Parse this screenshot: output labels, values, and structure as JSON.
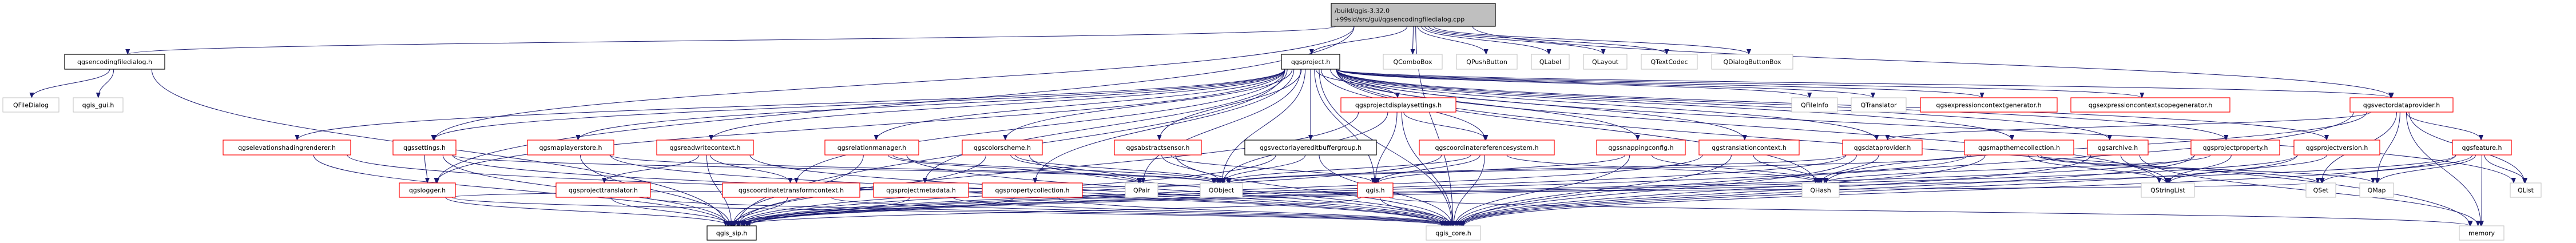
{
  "graph": {
    "colors": {
      "edge": "#191970",
      "main_fill": "#bfbfbf",
      "documented_border": "#000000",
      "truncated_border": "#ff0000",
      "external_border": "#bfbfbf"
    },
    "nodes": [
      {
        "id": "main",
        "lines": [
          "/build/qgis-3.32.0",
          "+99sid/src/gui/qgsencodingfiledialog.cpp"
        ],
        "style": "main"
      },
      {
        "id": "qgsencodingfiledialog.h",
        "lines": [
          "qgsencodingfiledialog.h"
        ],
        "style": "black"
      },
      {
        "id": "QFileDialog",
        "lines": [
          "QFileDialog"
        ],
        "style": "gray"
      },
      {
        "id": "qgis_gui.h",
        "lines": [
          "qgis_gui.h"
        ],
        "style": "gray"
      },
      {
        "id": "qgsproject.h",
        "lines": [
          "qgsproject.h"
        ],
        "style": "black"
      },
      {
        "id": "QComboBox",
        "lines": [
          "QComboBox"
        ],
        "style": "gray"
      },
      {
        "id": "QPushButton",
        "lines": [
          "QPushButton"
        ],
        "style": "gray"
      },
      {
        "id": "QLabel",
        "lines": [
          "QLabel"
        ],
        "style": "gray"
      },
      {
        "id": "QLayout",
        "lines": [
          "QLayout"
        ],
        "style": "gray"
      },
      {
        "id": "QTextCodec",
        "lines": [
          "QTextCodec"
        ],
        "style": "gray"
      },
      {
        "id": "QDialogButtonBox",
        "lines": [
          "QDialogButtonBox"
        ],
        "style": "gray"
      },
      {
        "id": "qgsprojectdisplaysettings.h",
        "lines": [
          "qgsprojectdisplaysettings.h"
        ],
        "style": "red"
      },
      {
        "id": "QFileInfo",
        "lines": [
          "QFileInfo"
        ],
        "style": "gray"
      },
      {
        "id": "QTranslator",
        "lines": [
          "QTranslator"
        ],
        "style": "gray"
      },
      {
        "id": "qgsexpressioncontextgenerator.h",
        "lines": [
          "qgsexpressioncontextgenerator.h"
        ],
        "style": "red"
      },
      {
        "id": "qgsexpressioncontextscopegenerator.h",
        "lines": [
          "qgsexpressioncontextscopegenerator.h"
        ],
        "style": "red"
      },
      {
        "id": "qgsvectordataprovider.h",
        "lines": [
          "qgsvectordataprovider.h"
        ],
        "style": "red"
      },
      {
        "id": "qgselevationshadingrenderer.h",
        "lines": [
          "qgselevationshadingrenderer.h"
        ],
        "style": "red"
      },
      {
        "id": "qgssettings.h",
        "lines": [
          "qgssettings.h"
        ],
        "style": "red"
      },
      {
        "id": "qgsmaplayerstore.h",
        "lines": [
          "qgsmaplayerstore.h"
        ],
        "style": "red"
      },
      {
        "id": "qgsreadwritecontext.h",
        "lines": [
          "qgsreadwritecontext.h"
        ],
        "style": "red"
      },
      {
        "id": "qgsrelationmanager.h",
        "lines": [
          "qgsrelationmanager.h"
        ],
        "style": "red"
      },
      {
        "id": "qgscolorscheme.h",
        "lines": [
          "qgscolorscheme.h"
        ],
        "style": "red"
      },
      {
        "id": "qgsabstractsensor.h",
        "lines": [
          "qgsabstractsensor.h"
        ],
        "style": "red"
      },
      {
        "id": "qgsvectorlayereditbuffergroup.h",
        "lines": [
          "qgsvectorlayereditbuffergroup.h"
        ],
        "style": "black"
      },
      {
        "id": "qgscoordinatereferencesystem.h",
        "lines": [
          "qgscoordinatereferencesystem.h"
        ],
        "style": "red"
      },
      {
        "id": "qgssnappingconfig.h",
        "lines": [
          "qgssnappingconfig.h"
        ],
        "style": "red"
      },
      {
        "id": "qgstranslationcontext.h",
        "lines": [
          "qgstranslationcontext.h"
        ],
        "style": "red"
      },
      {
        "id": "qgsdataprovider.h",
        "lines": [
          "qgsdataprovider.h"
        ],
        "style": "red"
      },
      {
        "id": "qgsmapthemecollection.h",
        "lines": [
          "qgsmapthemecollection.h"
        ],
        "style": "red"
      },
      {
        "id": "qgsarchive.h",
        "lines": [
          "qgsarchive.h"
        ],
        "style": "red"
      },
      {
        "id": "qgsprojectproperty.h",
        "lines": [
          "qgsprojectproperty.h"
        ],
        "style": "red"
      },
      {
        "id": "qgsprojectversion.h",
        "lines": [
          "qgsprojectversion.h"
        ],
        "style": "red"
      },
      {
        "id": "qgsfeature.h",
        "lines": [
          "qgsfeature.h"
        ],
        "style": "red"
      },
      {
        "id": "qgslogger.h",
        "lines": [
          "qgslogger.h"
        ],
        "style": "red"
      },
      {
        "id": "qgsprojecttranslator.h",
        "lines": [
          "qgsprojecttranslator.h"
        ],
        "style": "red"
      },
      {
        "id": "qgscoordinatetransformcontext.h",
        "lines": [
          "qgscoordinatetransformcontext.h"
        ],
        "style": "red"
      },
      {
        "id": "qgsprojectmetadata.h",
        "lines": [
          "qgsprojectmetadata.h"
        ],
        "style": "red"
      },
      {
        "id": "qgspropertycollection.h",
        "lines": [
          "qgspropertycollection.h"
        ],
        "style": "red"
      },
      {
        "id": "QPair",
        "lines": [
          "QPair"
        ],
        "style": "gray"
      },
      {
        "id": "QObject",
        "lines": [
          "QObject"
        ],
        "style": "gray"
      },
      {
        "id": "qgis.h",
        "lines": [
          "qgis.h"
        ],
        "style": "red"
      },
      {
        "id": "QHash",
        "lines": [
          "QHash"
        ],
        "style": "gray"
      },
      {
        "id": "QStringList",
        "lines": [
          "QStringList"
        ],
        "style": "gray"
      },
      {
        "id": "QSet",
        "lines": [
          "QSet"
        ],
        "style": "gray"
      },
      {
        "id": "QMap",
        "lines": [
          "QMap"
        ],
        "style": "gray"
      },
      {
        "id": "QList",
        "lines": [
          "QList"
        ],
        "style": "gray"
      },
      {
        "id": "qgis_sip.h",
        "lines": [
          "qgis_sip.h"
        ],
        "style": "black"
      },
      {
        "id": "qgis_core.h",
        "lines": [
          "qgis_core.h"
        ],
        "style": "gray"
      },
      {
        "id": "memory",
        "lines": [
          "memory"
        ],
        "style": "gray"
      }
    ],
    "edges": [
      [
        "main",
        "qgsencodingfiledialog.h"
      ],
      [
        "main",
        "qgsproject.h"
      ],
      [
        "main",
        "QComboBox"
      ],
      [
        "main",
        "QPushButton"
      ],
      [
        "main",
        "QLabel"
      ],
      [
        "main",
        "QLayout"
      ],
      [
        "main",
        "QTextCodec"
      ],
      [
        "main",
        "QDialogButtonBox"
      ],
      [
        "main",
        "qgssettings.h"
      ],
      [
        "main",
        "qgslogger.h"
      ],
      [
        "main",
        "qgsvectordataprovider.h"
      ],
      [
        "main",
        "qgis_core.h"
      ],
      [
        "qgsencodingfiledialog.h",
        "QFileDialog"
      ],
      [
        "qgsencodingfiledialog.h",
        "qgis_gui.h"
      ],
      [
        "qgsencodingfiledialog.h",
        "qgis_sip.h"
      ],
      [
        "qgsproject.h",
        "qgsprojectdisplaysettings.h"
      ],
      [
        "qgsproject.h",
        "qgsvectorlayereditbuffergroup.h"
      ],
      [
        "qgsproject.h",
        "qgscoordinatereferencesystem.h"
      ],
      [
        "qgsproject.h",
        "qgssnappingconfig.h"
      ],
      [
        "qgsproject.h",
        "qgstranslationcontext.h"
      ],
      [
        "qgsproject.h",
        "qgsabstractsensor.h"
      ],
      [
        "qgsproject.h",
        "qgscolorscheme.h"
      ],
      [
        "qgsproject.h",
        "qgsrelationmanager.h"
      ],
      [
        "qgsproject.h",
        "qgsreadwritecontext.h"
      ],
      [
        "qgsproject.h",
        "qgsmaplayerstore.h"
      ],
      [
        "qgsproject.h",
        "qgssettings.h"
      ],
      [
        "qgsproject.h",
        "qgselevationshadingrenderer.h"
      ],
      [
        "qgsproject.h",
        "qgscoordinatetransformcontext.h"
      ],
      [
        "qgsproject.h",
        "qgsprojectmetadata.h"
      ],
      [
        "qgsproject.h",
        "qgspropertycollection.h"
      ],
      [
        "qgsproject.h",
        "qgslogger.h"
      ],
      [
        "qgsproject.h",
        "QFileInfo"
      ],
      [
        "qgsproject.h",
        "QTranslator"
      ],
      [
        "qgsproject.h",
        "qgsexpressioncontextgenerator.h"
      ],
      [
        "qgsproject.h",
        "qgsexpressioncontextscopegenerator.h"
      ],
      [
        "qgsproject.h",
        "qgsvectordataprovider.h"
      ],
      [
        "qgsproject.h",
        "qgsdataprovider.h"
      ],
      [
        "qgsproject.h",
        "qgsmapthemecollection.h"
      ],
      [
        "qgsproject.h",
        "qgsarchive.h"
      ],
      [
        "qgsproject.h",
        "qgsprojectproperty.h"
      ],
      [
        "qgsproject.h",
        "qgsprojectversion.h"
      ],
      [
        "qgsproject.h",
        "QHash"
      ],
      [
        "qgsproject.h",
        "QStringList"
      ],
      [
        "qgsproject.h",
        "QList"
      ],
      [
        "qgsproject.h",
        "memory"
      ],
      [
        "qgsproject.h",
        "qgis_core.h"
      ],
      [
        "qgsproject.h",
        "qgis_sip.h"
      ],
      [
        "qgsproject.h",
        "qgis.h"
      ],
      [
        "qgsproject.h",
        "QObject"
      ],
      [
        "qgsproject.h",
        "QPair"
      ],
      [
        "qgsprojectdisplaysettings.h",
        "qgscoordinatereferencesystem.h"
      ],
      [
        "qgsprojectdisplaysettings.h",
        "qgis.h"
      ],
      [
        "qgsprojectdisplaysettings.h",
        "qgis_core.h"
      ],
      [
        "qgsprojectdisplaysettings.h",
        "qgis_sip.h"
      ],
      [
        "qgsprojectdisplaysettings.h",
        "QObject"
      ],
      [
        "qgselevationshadingrenderer.h",
        "qgis_core.h"
      ],
      [
        "qgselevationshadingrenderer.h",
        "qgis_sip.h"
      ],
      [
        "qgssettings.h",
        "qgslogger.h"
      ],
      [
        "qgssettings.h",
        "qgis_core.h"
      ],
      [
        "qgssettings.h",
        "qgis_sip.h"
      ],
      [
        "qgssettings.h",
        "QObject"
      ],
      [
        "qgslogger.h",
        "qgis_core.h"
      ],
      [
        "qgslogger.h",
        "qgis_sip.h"
      ],
      [
        "qgslogger.h",
        "QObject"
      ],
      [
        "qgsmaplayerstore.h",
        "qgis_core.h"
      ],
      [
        "qgsmaplayerstore.h",
        "qgis_sip.h"
      ],
      [
        "qgsmaplayerstore.h",
        "QObject"
      ],
      [
        "qgsreadwritecontext.h",
        "qgsprojecttranslator.h"
      ],
      [
        "qgsreadwritecontext.h",
        "qgscoordinatetransformcontext.h"
      ],
      [
        "qgsreadwritecontext.h",
        "qgis_core.h"
      ],
      [
        "qgsreadwritecontext.h",
        "qgis_sip.h"
      ],
      [
        "qgsprojecttranslator.h",
        "qgis_core.h"
      ],
      [
        "qgsprojecttranslator.h",
        "qgis_sip.h"
      ],
      [
        "qgscoordinatetransformcontext.h",
        "qgis_core.h"
      ],
      [
        "qgscoordinatetransformcontext.h",
        "qgis_sip.h"
      ],
      [
        "qgsprojectmetadata.h",
        "qgis_core.h"
      ],
      [
        "qgsprojectmetadata.h",
        "qgis_sip.h"
      ],
      [
        "qgspropertycollection.h",
        "qgis_core.h"
      ],
      [
        "qgspropertycollection.h",
        "qgis_sip.h"
      ],
      [
        "qgspropertycollection.h",
        "QSet"
      ],
      [
        "qgsrelationmanager.h",
        "qgis_core.h"
      ],
      [
        "qgsrelationmanager.h",
        "qgis_sip.h"
      ],
      [
        "qgsrelationmanager.h",
        "QObject"
      ],
      [
        "qgsrelationmanager.h",
        "QPair"
      ],
      [
        "qgscolorscheme.h",
        "qgis_core.h"
      ],
      [
        "qgscolorscheme.h",
        "qgis_sip.h"
      ],
      [
        "qgscolorscheme.h",
        "QObject"
      ],
      [
        "qgscolorscheme.h",
        "QPair"
      ],
      [
        "qgsabstractsensor.h",
        "qgis.h"
      ],
      [
        "qgsabstractsensor.h",
        "qgis_core.h"
      ],
      [
        "qgsabstractsensor.h",
        "QObject"
      ],
      [
        "qgsvectorlayereditbuffergroup.h",
        "QObject"
      ],
      [
        "qgsvectorlayereditbuffergroup.h",
        "qgis_core.h"
      ],
      [
        "qgsvectorlayereditbuffergroup.h",
        "qgis_sip.h"
      ],
      [
        "qgscoordinatereferencesystem.h",
        "qgis.h"
      ],
      [
        "qgscoordinatereferencesystem.h",
        "qgis_core.h"
      ],
      [
        "qgscoordinatereferencesystem.h",
        "QObject"
      ],
      [
        "qgscoordinatereferencesystem.h",
        "QHash"
      ],
      [
        "qgscoordinatereferencesystem.h",
        "qgis_sip.h"
      ],
      [
        "qgis.h",
        "qgis_core.h"
      ],
      [
        "qgis.h",
        "qgis_sip.h"
      ],
      [
        "qgis.h",
        "memory"
      ],
      [
        "qgssnappingconfig.h",
        "qgis.h"
      ],
      [
        "qgssnappingconfig.h",
        "qgis_core.h"
      ],
      [
        "qgssnappingconfig.h",
        "QHash"
      ],
      [
        "qgstranslationcontext.h",
        "qgis_core.h"
      ],
      [
        "qgstranslationcontext.h",
        "QHash"
      ],
      [
        "qgstranslationcontext.h",
        "qgis_sip.h"
      ],
      [
        "qgsdataprovider.h",
        "qgis_core.h"
      ],
      [
        "qgsdataprovider.h",
        "qgis_sip.h"
      ],
      [
        "qgsdataprovider.h",
        "QHash"
      ],
      [
        "qgsdataprovider.h",
        "QObject"
      ],
      [
        "qgsmapthemecollection.h",
        "qgis_core.h"
      ],
      [
        "qgsmapthemecollection.h",
        "QStringList"
      ],
      [
        "qgsmapthemecollection.h",
        "QSet"
      ],
      [
        "qgsmapthemecollection.h",
        "QMap"
      ],
      [
        "qgsmapthemecollection.h",
        "qgis_sip.h"
      ],
      [
        "qgsmapthemecollection.h",
        "QObject"
      ],
      [
        "qgsarchive.h",
        "qgis_core.h"
      ],
      [
        "qgsarchive.h",
        "QStringList"
      ],
      [
        "qgsarchive.h",
        "memory"
      ],
      [
        "qgsprojectproperty.h",
        "QStringList"
      ],
      [
        "qgsprojectproperty.h",
        "QHash"
      ],
      [
        "qgsprojectproperty.h",
        "qgis_core.h"
      ],
      [
        "qgsprojectproperty.h",
        "qgis_sip.h"
      ],
      [
        "qgsprojectversion.h",
        "QStringList"
      ],
      [
        "qgsprojectversion.h",
        "qgis_core.h"
      ],
      [
        "qgsprojectversion.h",
        "qgis_sip.h"
      ],
      [
        "qgsvectordataprovider.h",
        "qgsdataprovider.h"
      ],
      [
        "qgsvectordataprovider.h",
        "qgsfeature.h"
      ],
      [
        "qgsvectordataprovider.h",
        "QSet"
      ],
      [
        "qgsvectordataprovider.h",
        "QMap"
      ],
      [
        "qgsvectordataprovider.h",
        "QList"
      ],
      [
        "qgsvectordataprovider.h",
        "memory"
      ],
      [
        "qgsvectordataprovider.h",
        "qgis_core.h"
      ],
      [
        "qgsvectordataprovider.h",
        "QHash"
      ],
      [
        "qgsfeature.h",
        "QSet"
      ],
      [
        "qgsfeature.h",
        "QMap"
      ],
      [
        "qgsfeature.h",
        "QList"
      ],
      [
        "qgsfeature.h",
        "memory"
      ],
      [
        "qgsfeature.h",
        "qgis_core.h"
      ],
      [
        "qgsfeature.h",
        "qgis_sip.h"
      ]
    ]
  }
}
